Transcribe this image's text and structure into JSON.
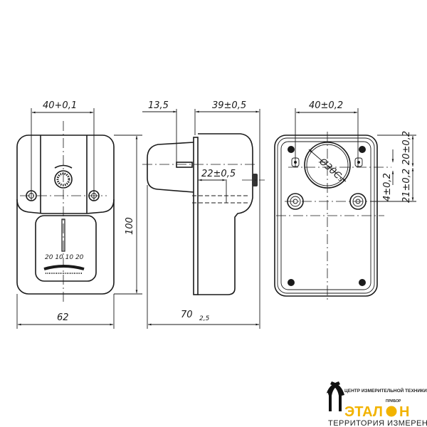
{
  "front_view": {
    "dim_width_holes": "40+0,1",
    "dim_height": "100",
    "dim_width": "62",
    "scale_labels": "20 10  10 20"
  },
  "side_view": {
    "dim_left": "13,5",
    "dim_right": "39±0,5",
    "dim_inner": "22±0,5",
    "dim_total": "70",
    "dim_total_tol": "2,5"
  },
  "rear_view": {
    "dim_width_holes": "40±0,2",
    "dim_diameter": "Ø30C₅",
    "dim_upper": "20±0,2",
    "dim_lower": "21±0,2",
    "dim_offset": "4±0,2"
  },
  "logo": {
    "top_text": "ЦЕНТР ИЗМЕРИТЕЛЬНОЙ ТЕХНИКИ",
    "main_text": "ЭТАЛ  Н",
    "badge_text": "ПРИБОР",
    "bottom_text": "ТЕРРИТОРИЯ ИЗМЕРЕНИЙ",
    "accent_color": "#f2b300"
  }
}
